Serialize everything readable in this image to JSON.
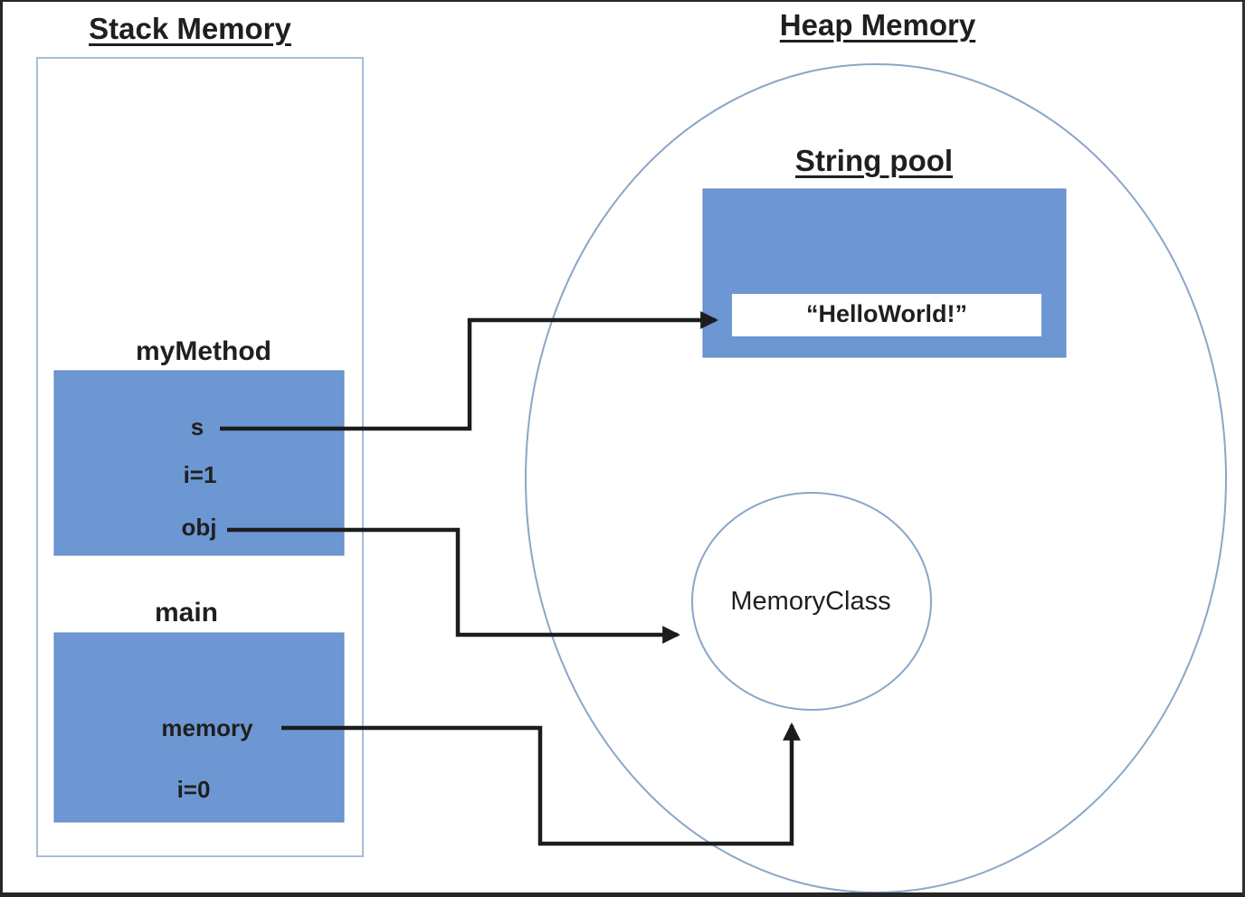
{
  "diagram": {
    "stack": {
      "title": "Stack Memory",
      "frames": [
        {
          "name": "myMethod",
          "vars": [
            "s",
            "i=1",
            "obj"
          ]
        },
        {
          "name": "main",
          "vars": [
            "memory",
            "i=0"
          ]
        }
      ]
    },
    "heap": {
      "title": "Heap Memory",
      "string_pool": {
        "title": "String pool",
        "value": "“HelloWorld!”"
      },
      "object_label": "MemoryClass"
    },
    "references": [
      {
        "from": "s",
        "to": "“HelloWorld!” (String pool)"
      },
      {
        "from": "obj",
        "to": "MemoryClass"
      },
      {
        "from": "memory",
        "to": "MemoryClass"
      }
    ],
    "colors": {
      "box_fill": "#6d97d2",
      "box_border": "#5e86bd",
      "stack_outline": "#a9bdd8",
      "heap_outline": "#8ba6c7",
      "arrow": "#1c1c1c",
      "text": "#1f1f1f",
      "background": "#ffffff",
      "frame_border": "#262626"
    }
  }
}
